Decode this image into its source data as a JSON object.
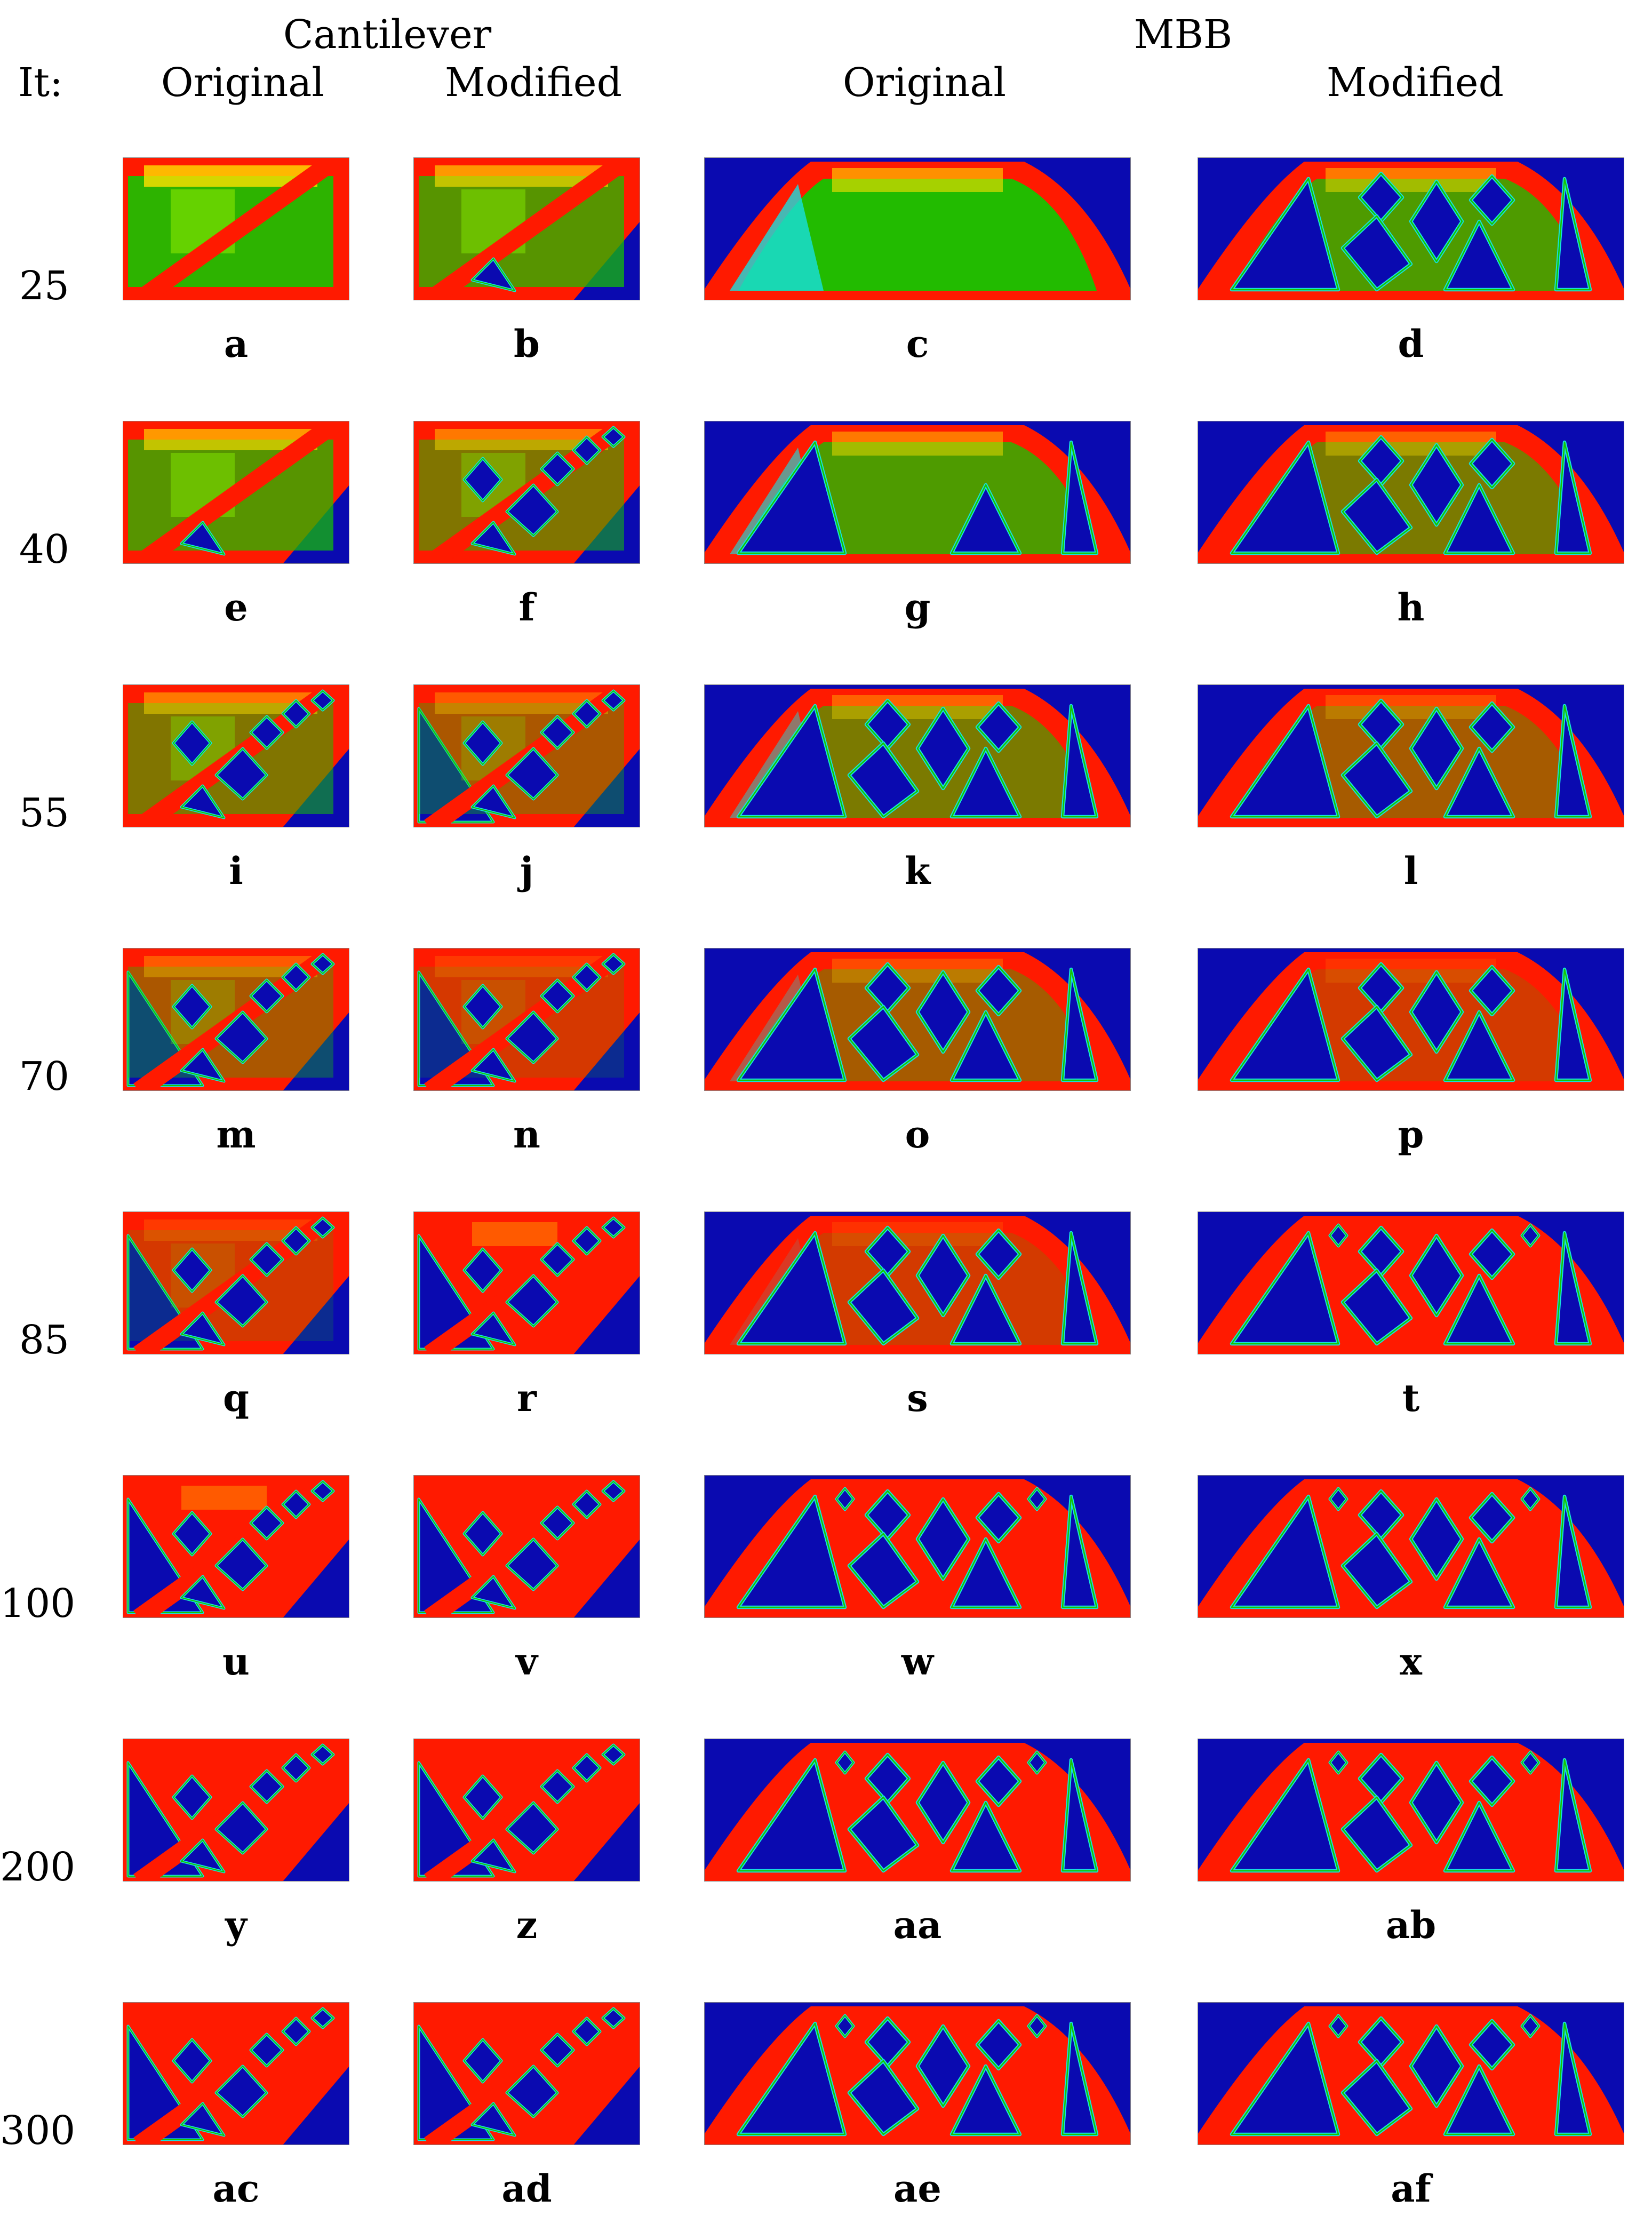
{
  "group_headers": [
    "Cantilever",
    "MBB"
  ],
  "column_headers": [
    "Original",
    "Modified",
    "Original",
    "Modified"
  ],
  "iteration_label": "It:",
  "iterations": [
    "25",
    "40",
    "55",
    "70",
    "85",
    "100",
    "200",
    "300"
  ],
  "captions": [
    [
      "a",
      "b",
      "c",
      "d"
    ],
    [
      "e",
      "f",
      "g",
      "h"
    ],
    [
      "i",
      "j",
      "k",
      "l"
    ],
    [
      "m",
      "n",
      "o",
      "p"
    ],
    [
      "q",
      "r",
      "s",
      "t"
    ],
    [
      "u",
      "v",
      "w",
      "x"
    ],
    [
      "y",
      "z",
      "aa",
      "ab"
    ],
    [
      "ac",
      "ad",
      "ae",
      "af"
    ]
  ],
  "colors": {
    "void": "#0a0ab0",
    "solid": "#ff1a00",
    "green": "#16c400",
    "light_green": "#7ee000",
    "yellow": "#ffe000",
    "orange": "#ff9000",
    "cyan": "#18e0e0"
  }
}
